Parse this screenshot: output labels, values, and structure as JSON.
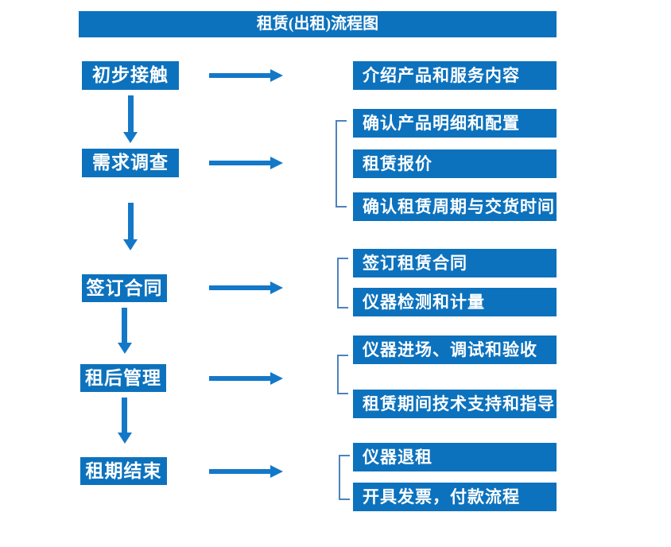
{
  "title": "租赁(出租)流程图",
  "colors": {
    "box_blue": "#0d72bd",
    "arrow_blue": "#1478c8",
    "bracket_blue": "#4d82bd",
    "text_white": "#ffffff",
    "background": "#ffffff"
  },
  "icons": {
    "down_arrow": "↓",
    "right_arrow": "→",
    "group_bracket": "["
  },
  "steps": [
    {
      "label": "初步接触",
      "details": [
        "介绍产品和服务内容"
      ]
    },
    {
      "label": "需求调查",
      "details": [
        "确认产品明细和配置",
        "租赁报价",
        "确认租赁周期与交货时间"
      ]
    },
    {
      "label": "签订合同",
      "details": [
        "签订租赁合同",
        "仪器检测和计量"
      ]
    },
    {
      "label": "租后管理",
      "details": [
        "仪器进场、调试和验收",
        "租赁期间技术支持和指导"
      ]
    },
    {
      "label": "租期结束",
      "details": [
        "仪器退租",
        "开具发票，付款流程"
      ]
    }
  ]
}
